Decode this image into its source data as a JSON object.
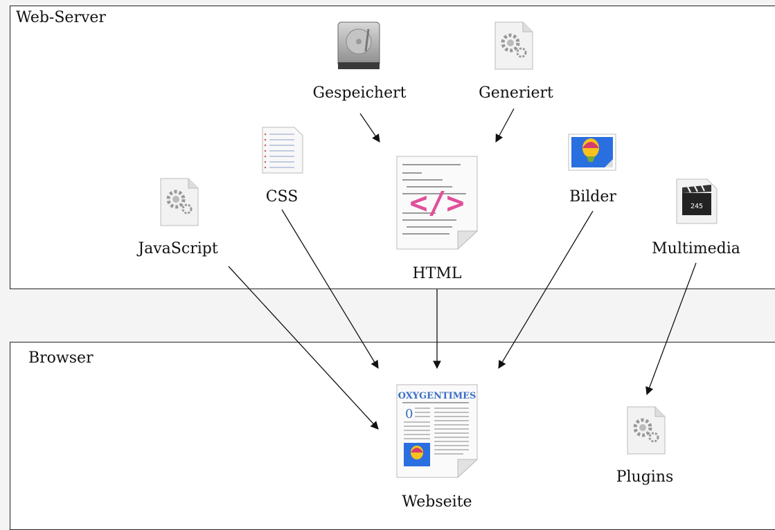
{
  "server_box": {
    "title": "Web-Server"
  },
  "browser_box": {
    "title": "Browser"
  },
  "nodes": {
    "gespeichert": {
      "label": "Gespeichert",
      "icon": "hard-drive-icon"
    },
    "generiert": {
      "label": "Generiert",
      "icon": "gear-document-icon"
    },
    "css": {
      "label": "CSS",
      "icon": "text-document-icon"
    },
    "html": {
      "label": "HTML",
      "icon": "code-document-icon",
      "code_text": "</>"
    },
    "bilder": {
      "label": "Bilder",
      "icon": "image-document-icon"
    },
    "javascript": {
      "label": "JavaScript",
      "icon": "gear-document-icon"
    },
    "multimedia": {
      "label": "Multimedia",
      "icon": "clapperboard-icon"
    },
    "webseite": {
      "label": "Webseite",
      "icon": "newspaper-document-icon",
      "masthead": "OXYGENTIMES"
    },
    "plugins": {
      "label": "Plugins",
      "icon": "gear-document-icon"
    }
  },
  "edges": [
    {
      "from": "Gespeichert",
      "to": "HTML"
    },
    {
      "from": "Generiert",
      "to": "HTML"
    },
    {
      "from": "CSS",
      "to": "Webseite"
    },
    {
      "from": "JavaScript",
      "to": "Webseite"
    },
    {
      "from": "HTML",
      "to": "Webseite"
    },
    {
      "from": "Bilder",
      "to": "Webseite"
    },
    {
      "from": "Multimedia",
      "to": "Plugins"
    }
  ],
  "colors": {
    "code_accent": "#e0509a",
    "masthead": "#3a6fc4",
    "border": "#222222"
  }
}
